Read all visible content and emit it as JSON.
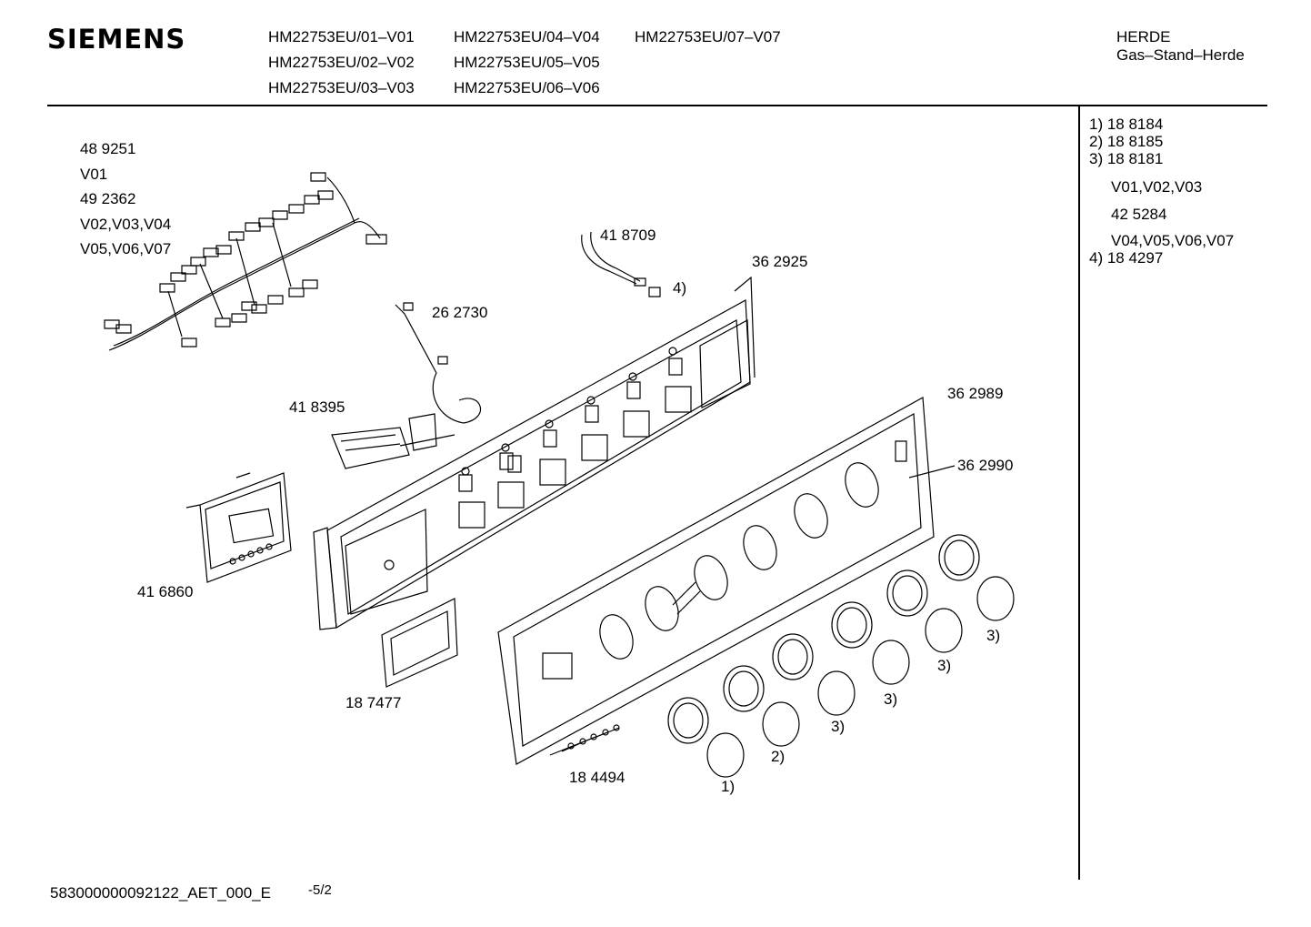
{
  "header": {
    "brand": "SIEMENS",
    "models": [
      "HM22753EU/01–V01",
      "HM22753EU/02–V02",
      "HM22753EU/03–V03",
      "HM22753EU/04–V04",
      "HM22753EU/05–V05",
      "HM22753EU/06–V06",
      "HM22753EU/07–V07"
    ],
    "category": "HERDE",
    "subcategory": "Gas–Stand–Herde"
  },
  "sidebar": {
    "notes": [
      "1) 18 8184",
      "2) 18 8185",
      "3) 18 8181"
    ],
    "variant_a": "V01,V02,V03",
    "part_a": "42 5284",
    "variant_b": "V04,V05,V06,V07",
    "note_4": "4) 18 4297"
  },
  "harness": {
    "part_1": "48 9251",
    "variant_1": "V01",
    "part_2": "49 2362",
    "variant_2a": "V02,V03,V04",
    "variant_2b": "V05,V06,V07"
  },
  "labels": {
    "p418709": "41 8709",
    "p362925": "36 2925",
    "p262730": "26 2730",
    "p418395": "41 8395",
    "p362989": "36 2989",
    "p362990": "36 2990",
    "p416860": "41 6860",
    "p187477": "18 7477",
    "p184494": "18 4494",
    "ref4": "4)",
    "ref1": "1)",
    "ref2": "2)",
    "ref3a": "3)",
    "ref3b": "3)",
    "ref3c": "3)",
    "ref3d": "3)"
  },
  "footer": {
    "doc_id": "583000000092122_AET_000_E",
    "sheet": "-5/2"
  }
}
